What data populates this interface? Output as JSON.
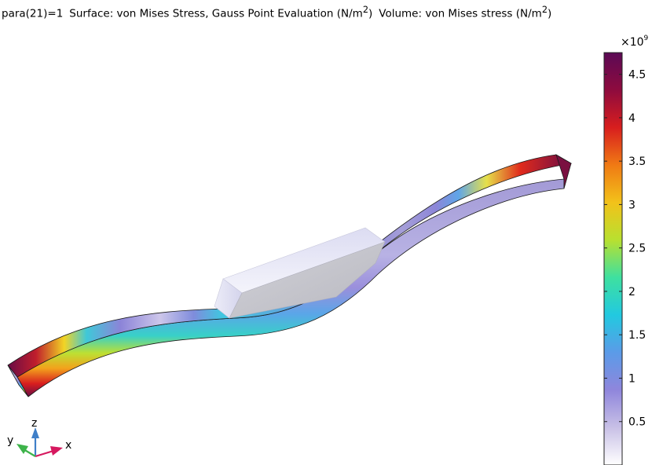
{
  "header": {
    "param_label": "para(21)=1",
    "surface_label": "Surface: von Mises Stress, Gauss Point Evaluation (N/m",
    "surface_unit_exp": "2",
    "surface_close": ")",
    "volume_label": "Volume: von Mises stress (N/m",
    "volume_unit_exp": "2",
    "volume_close": ")"
  },
  "chart_data": {
    "type": "heatmap",
    "colorbar": {
      "multiplier_base": "×10",
      "multiplier_exp": "9",
      "min": 0,
      "max": 4.75,
      "ticks": [
        0.5,
        1,
        1.5,
        2,
        2.5,
        3,
        3.5,
        4,
        4.5
      ],
      "tick_labels": [
        "0.5",
        "1",
        "1.5",
        "2",
        "2.5",
        "3",
        "3.5",
        "4",
        "4.5"
      ],
      "colormap": [
        "#ffffff",
        "#c8c0e6",
        "#8f86dc",
        "#5b9be8",
        "#22c9e0",
        "#3ee0a0",
        "#b8e030",
        "#f2c21a",
        "#f07a14",
        "#d81e1e",
        "#8e0b3e",
        "#5b0a55"
      ]
    },
    "axes_triad": {
      "x": "x",
      "y": "y",
      "z": "z"
    },
    "colors": {
      "x_axis": "#d6195f",
      "y_axis": "#3db34a",
      "z_axis": "#3f7fc8"
    }
  }
}
